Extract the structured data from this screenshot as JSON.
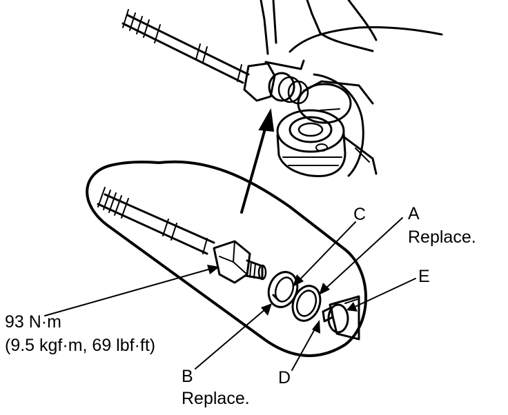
{
  "labels": {
    "a_letter": "A",
    "a_note": "Replace.",
    "b_letter": "B",
    "b_note": "Replace.",
    "c_letter": "C",
    "d_letter": "D",
    "e_letter": "E",
    "torque_primary": "93 N·m",
    "torque_secondary": "(9.5 kgf·m, 69 lbf·ft)"
  },
  "colors": {
    "ink": "#000000",
    "paper": "#ffffff",
    "shade": "#d8d8d8"
  }
}
